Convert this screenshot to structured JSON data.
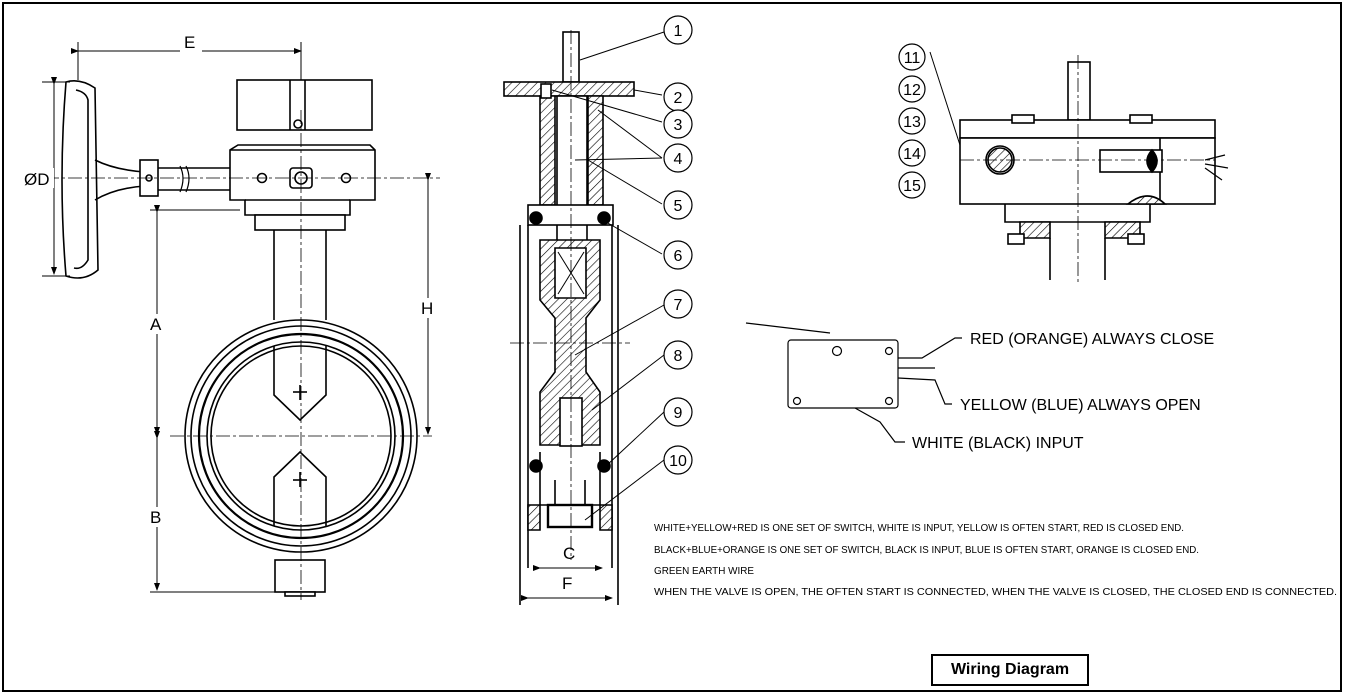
{
  "dimensions": {
    "e": "E",
    "od": "ØD",
    "a": "A",
    "b": "B",
    "h": "H",
    "c": "C",
    "f": "F"
  },
  "balloons": [
    "1",
    "2",
    "3",
    "4",
    "5",
    "6",
    "7",
    "8",
    "9",
    "10",
    "11",
    "12",
    "13",
    "14",
    "15"
  ],
  "wiring": {
    "red": "RED (ORANGE) ALWAYS CLOSE",
    "yellow": "YELLOW (BLUE) ALWAYS OPEN",
    "white": "WHITE (BLACK) INPUT"
  },
  "notes": [
    "WHITE+YELLOW+RED IS ONE SET OF SWITCH, WHITE IS INPUT, YELLOW IS OFTEN START, RED IS CLOSED END.",
    "BLACK+BLUE+ORANGE IS ONE SET OF SWITCH, BLACK IS INPUT, BLUE IS OFTEN START, ORANGE IS CLOSED END.",
    "GREEN EARTH WIRE",
    "WHEN THE VALVE IS OPEN, THE OFTEN START IS CONNECTED, WHEN THE VALVE IS CLOSED, THE CLOSED END IS CONNECTED."
  ],
  "legend": "Wiring Diagram",
  "colors": {
    "ink": "#000000",
    "hatch": "#000000",
    "background": "#ffffff"
  }
}
